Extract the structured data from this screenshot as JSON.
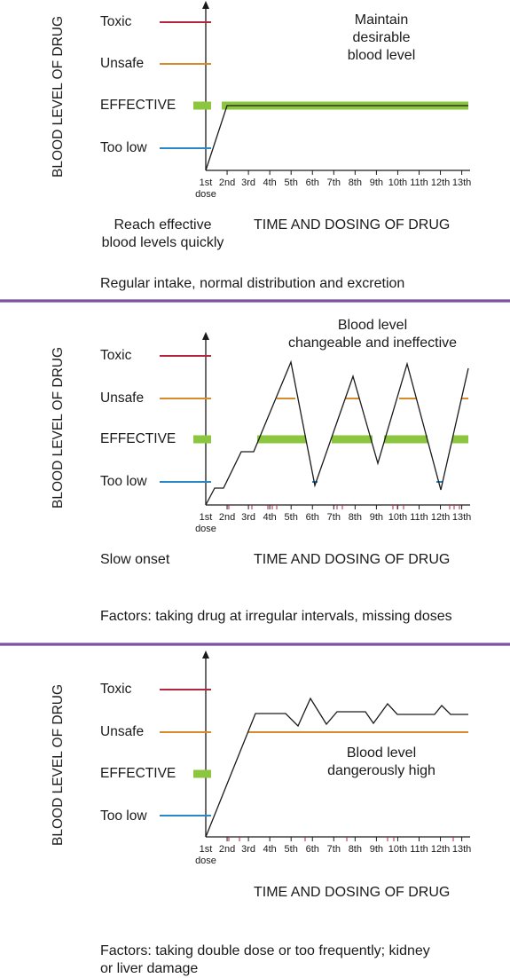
{
  "colors": {
    "toxic": "#b5243f",
    "unsafe": "#d68a2c",
    "effective": "#8cc63f",
    "too_low": "#2b86c5",
    "separator": "#7d4a9e",
    "curve": "#1a1a1a"
  },
  "levels": {
    "toxic": "Toxic",
    "unsafe": "Unsafe",
    "effective": "EFFECTIVE",
    "too_low": "Too low"
  },
  "y_axis_label": "BLOOD LEVEL OF DRUG",
  "x_axis_label": "TIME AND DOSING OF DRUG",
  "x_ticks": [
    "1st",
    "2nd",
    "3rd",
    "4th",
    "5th",
    "6th",
    "7th",
    "8th",
    "9th",
    "10th",
    "11th",
    "12th",
    "13th"
  ],
  "first_dose_sub": "dose",
  "panels": [
    {
      "annotation_lines": [
        "Maintain",
        "desirable",
        "blood level"
      ],
      "note_lines": [
        "Reach effective",
        "blood levels quickly"
      ],
      "caption": "Regular intake, normal distribution and excretion"
    },
    {
      "annotation_lines": [
        "Blood level",
        "changeable and ineffective"
      ],
      "note_lines": [
        "Slow onset"
      ],
      "caption": "Factors: taking drug at irregular intervals, missing doses"
    },
    {
      "annotation_lines": [
        "Blood level",
        "dangerously high"
      ],
      "note_lines": [],
      "caption_lines": [
        "Factors: taking double dose or too frequently; kidney",
        "or liver damage"
      ]
    }
  ]
}
